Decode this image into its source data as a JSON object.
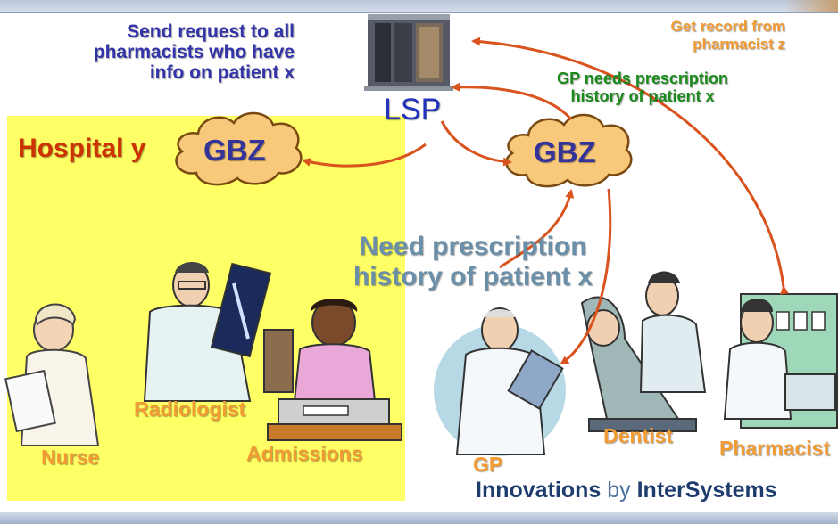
{
  "diagram": {
    "send_request_text": "Send request to all\npharmacists who have\ninfo on patient x",
    "get_record_text": "Get record from\npharmacist z",
    "gp_needs_text": "GP needs prescription\nhistory of patient x",
    "lsp_label": "LSP",
    "hospital_label": "Hospital y",
    "gbz_hospital_label": "GBZ",
    "gbz_main_label": "GBZ",
    "need_prescription_text": "Need prescription\nhistory of patient x",
    "roles": {
      "nurse": "Nurse",
      "radiologist": "Radiologist",
      "admissions": "Admissions",
      "gp": "GP",
      "dentist": "Dentist",
      "pharmacist": "Pharmacist"
    }
  },
  "footer": {
    "brand_main": "Innovations",
    "brand_by": "by",
    "brand_company": "InterSystems"
  },
  "colors": {
    "hospital_zone": "#ffff66",
    "cloud_fill": "#f8c97a",
    "arrow": "#d9531e"
  }
}
